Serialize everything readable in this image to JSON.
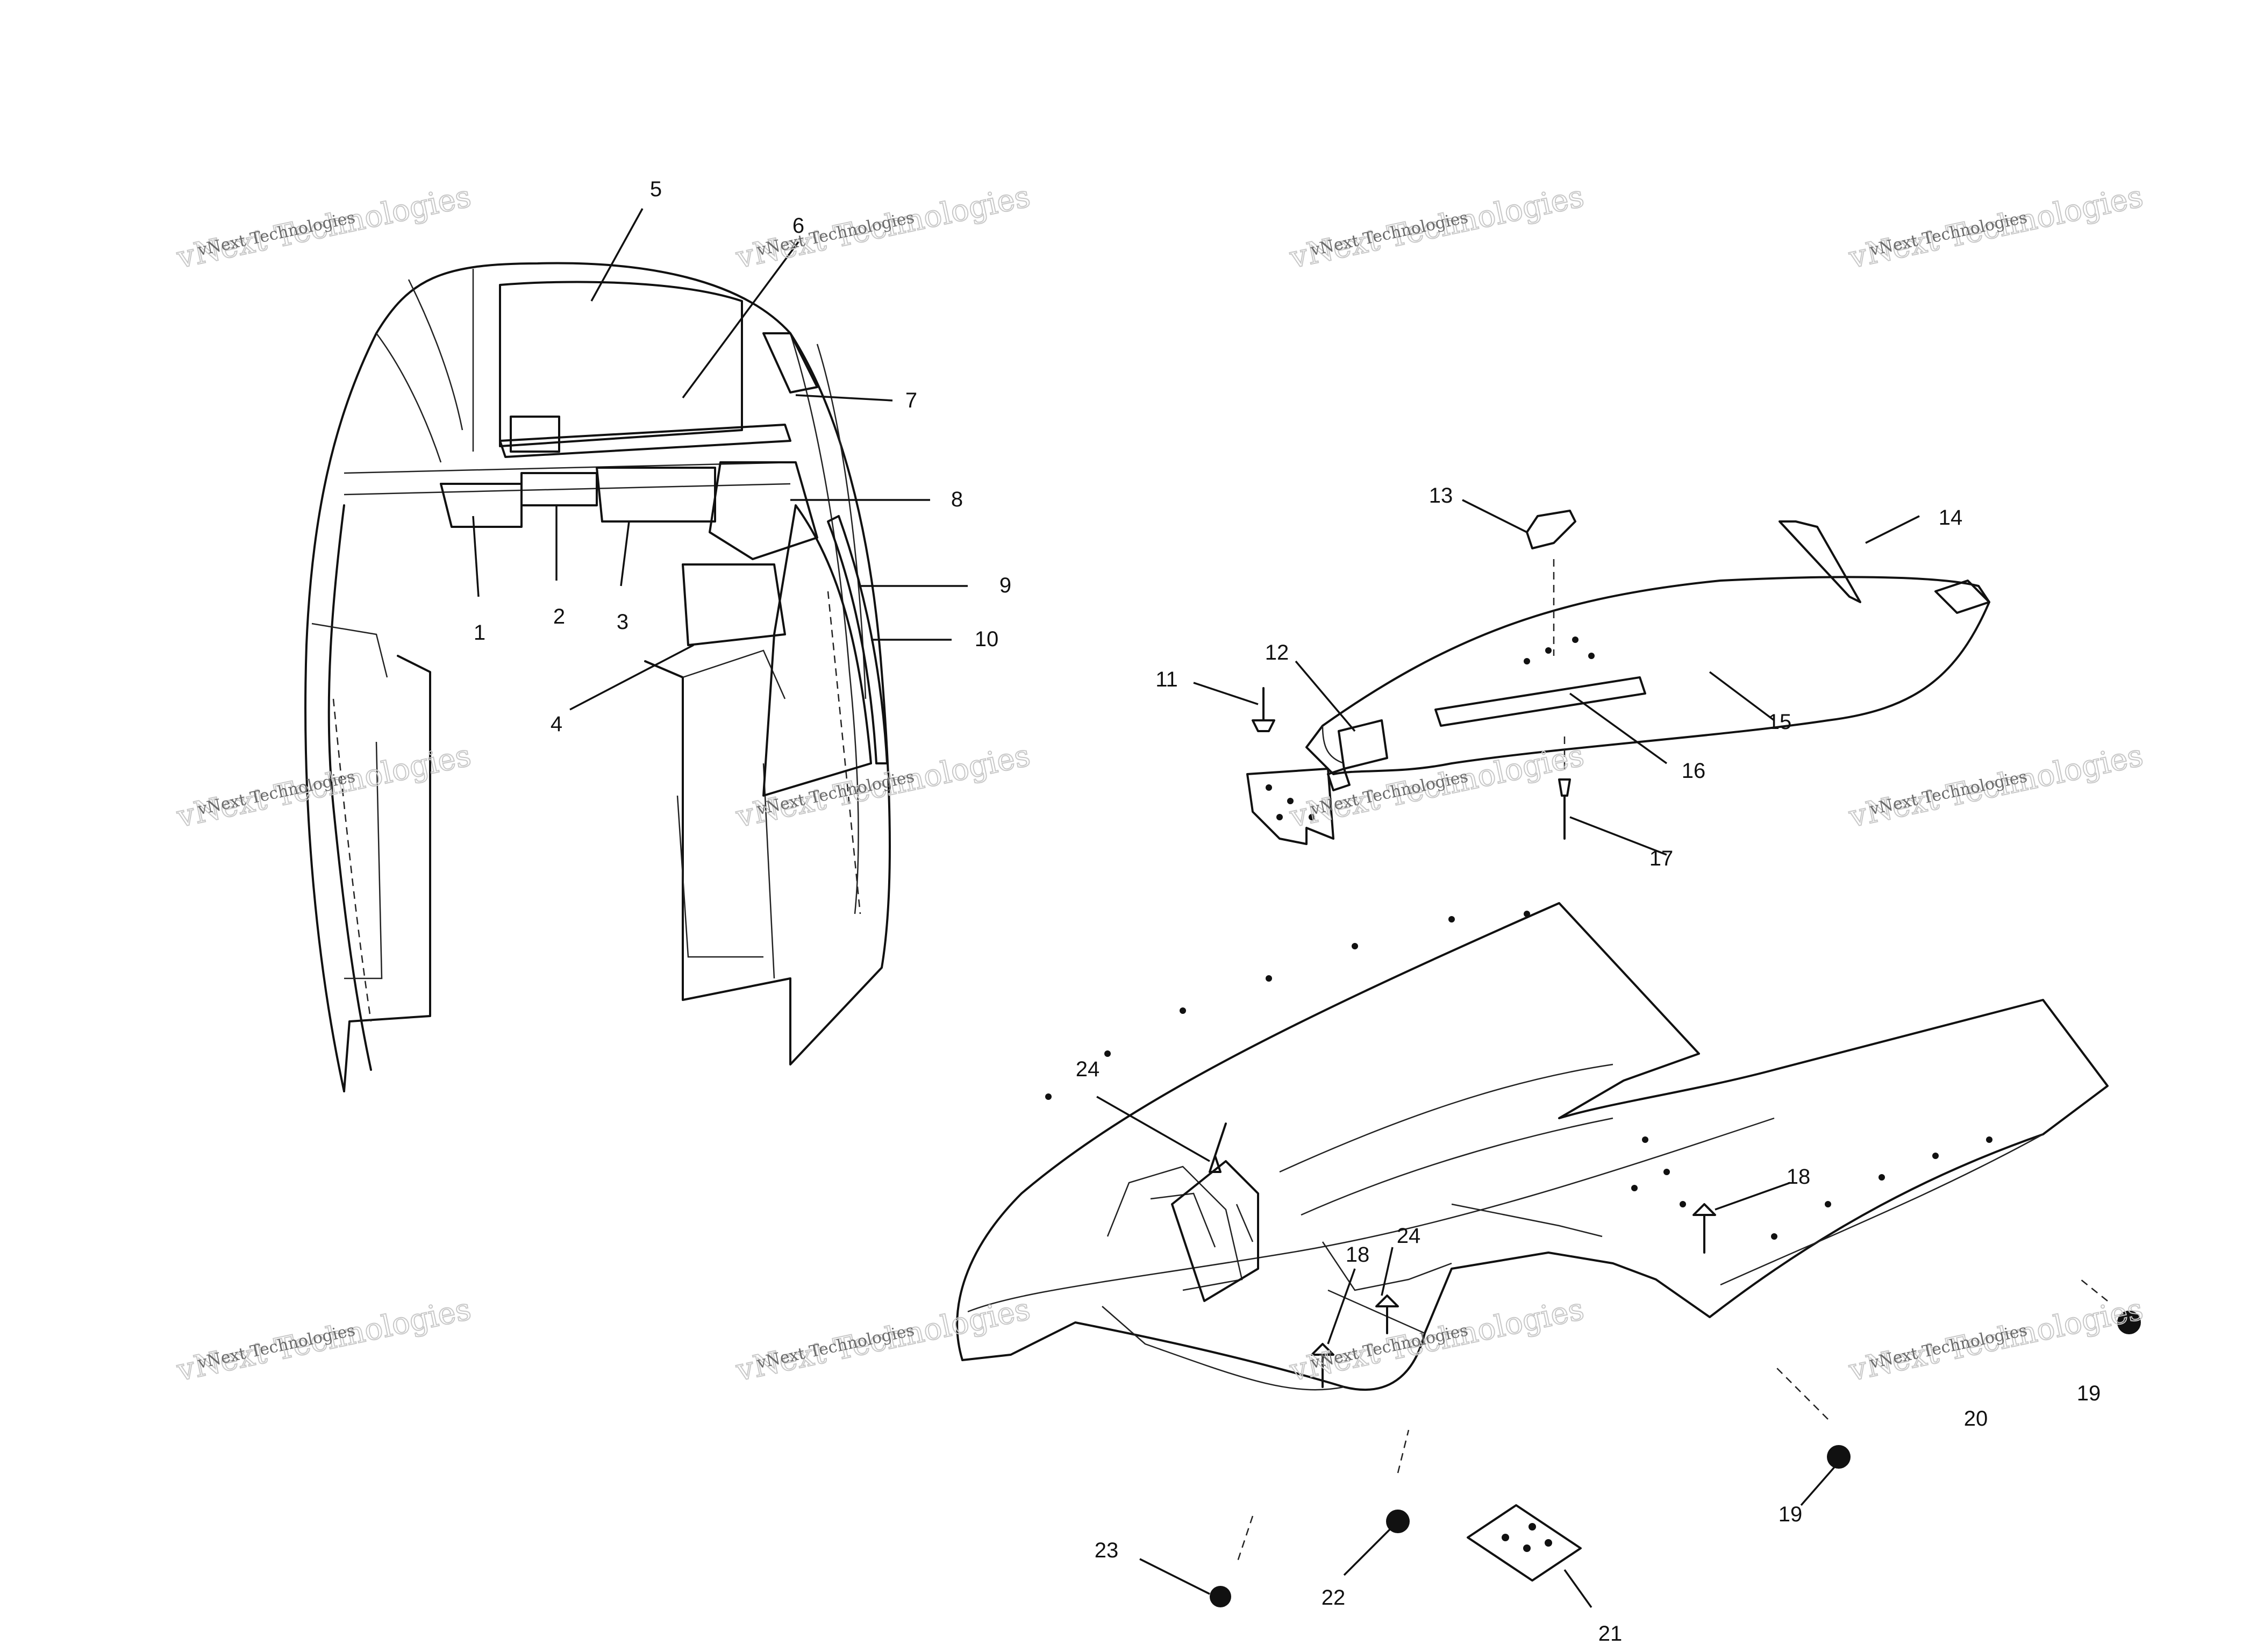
{
  "callouts": [
    "1",
    "2",
    "3",
    "4",
    "5",
    "6",
    "7",
    "8",
    "9",
    "10",
    "11",
    "12",
    "13",
    "14",
    "15",
    "16",
    "17",
    "18",
    "18",
    "19",
    "19",
    "20",
    "21",
    "22",
    "23",
    "24",
    "24"
  ],
  "watermark": {
    "line1": "vNext Technologies",
    "line2": "vNext Technologies"
  }
}
